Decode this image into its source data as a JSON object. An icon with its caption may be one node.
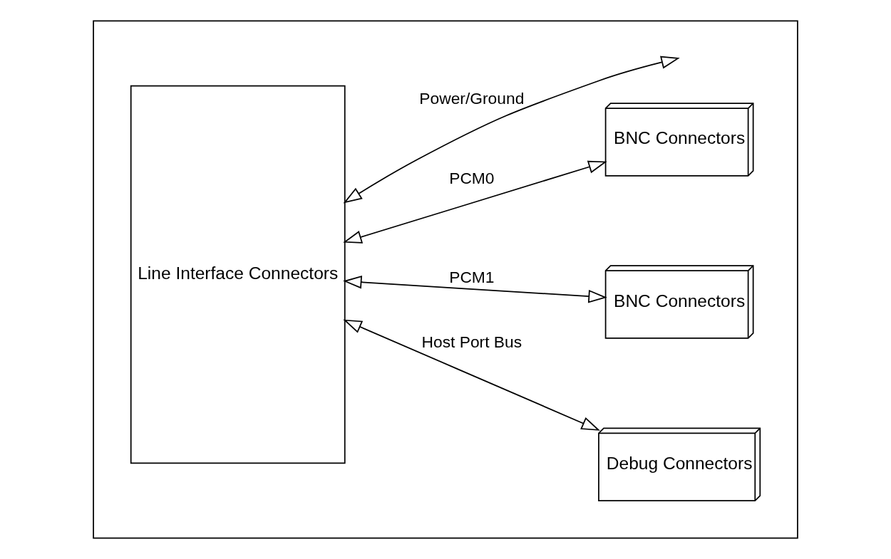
{
  "diagram": {
    "nodes": [
      {
        "text": [],
        "shape": "box"
      },
      {
        "text": [
          "Line Interface Connectors"
        ],
        "in": 0
      },
      {
        "text": [
          "BNC Connectors"
        ],
        "in": 0
      },
      {
        "text": [
          "BNC Connectors"
        ],
        "in": 0
      },
      {
        "text": [
          "Debug Connectors"
        ],
        "in": 0
      }
    ],
    "edges": [
      {
        "from": 1,
        "to": 2,
        "arrow": "both",
        "label": "PCM0"
      },
      {
        "from": 1,
        "to": 3,
        "arrow": "both",
        "label": "PCM1"
      },
      {
        "from": 1,
        "to": 4,
        "arrow": "both",
        "label": "Host Port Bus"
      },
      {
        "from": 1,
        "to": null,
        "arrow": "both",
        "label": "Power/Ground"
      }
    ]
  }
}
